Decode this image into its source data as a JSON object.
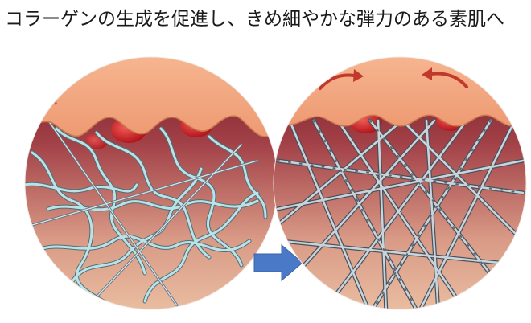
{
  "caption": "コラーゲンの生成を促進し、きめ細やかな弾力のある素肌へ",
  "panels": [
    {
      "state": "before",
      "fibers": "wavy"
    },
    {
      "state": "after",
      "fibers": "straight"
    }
  ],
  "colors": {
    "epidermis": "#f2a47c",
    "dermis_top": "#8a1f2a",
    "dermis_bottom": "#e6b597",
    "fiber_before": "#a8d8dc",
    "fiber_after": "#8a9aa6",
    "cell": "#d6282b",
    "arrow": "#4a7ac7",
    "pull_arrow": "#c0392b"
  },
  "icons": {
    "transition": "arrow-right-icon",
    "tension": "curved-arrow-icon"
  }
}
